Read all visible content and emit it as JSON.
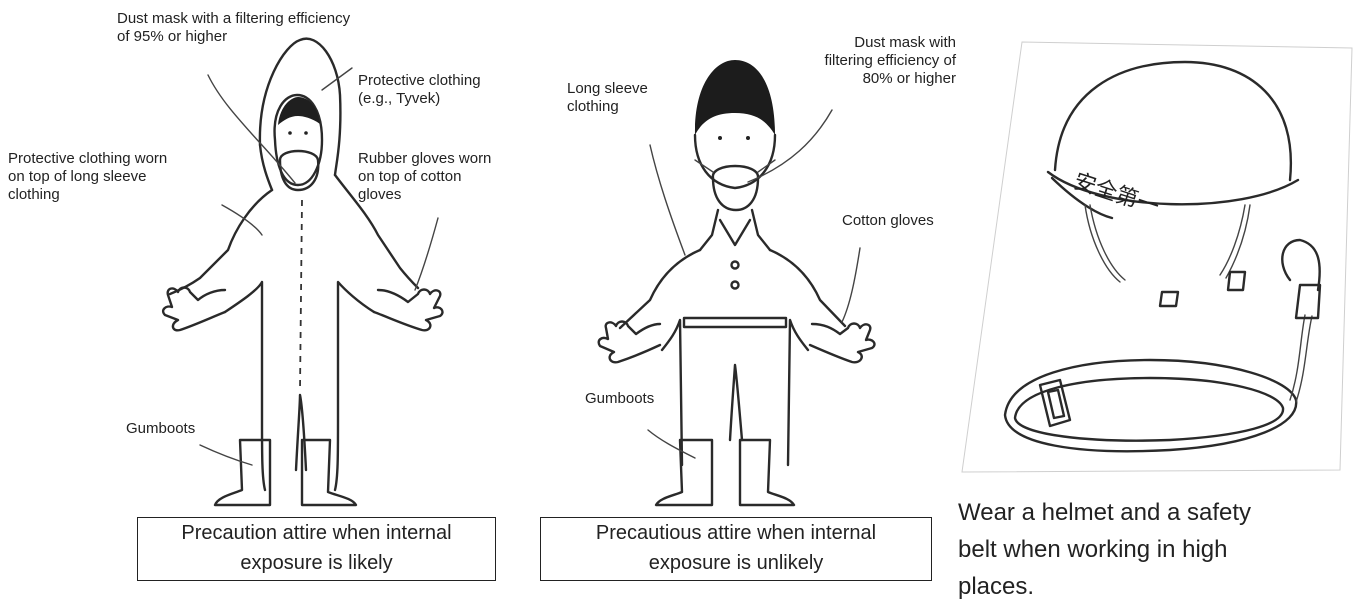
{
  "figure1": {
    "labels": {
      "dust_mask": "Dust mask with a filtering efficiency\nof 95% or higher",
      "protective_clothing": "Protective clothing\n(e.g., Tyvek)",
      "worn_on_top": "Protective clothing worn\non top of long sleeve\nclothing",
      "rubber_gloves": "Rubber gloves worn\non top of cotton\ngloves",
      "gumboots": "Gumboots"
    },
    "caption": "Precaution attire when internal\nexposure is likely"
  },
  "figure2": {
    "labels": {
      "long_sleeve": "Long sleeve\nclothing",
      "dust_mask": "Dust mask with\nfiltering efficiency of\n80% or higher",
      "cotton_gloves": "Cotton gloves",
      "gumboots": "Gumboots"
    },
    "caption": "Precautious attire when internal\nexposure is unlikely"
  },
  "figure3": {
    "helmet_text": "安全第一",
    "note": "Wear a helmet and a safety\nbelt when working in high\nplaces."
  }
}
